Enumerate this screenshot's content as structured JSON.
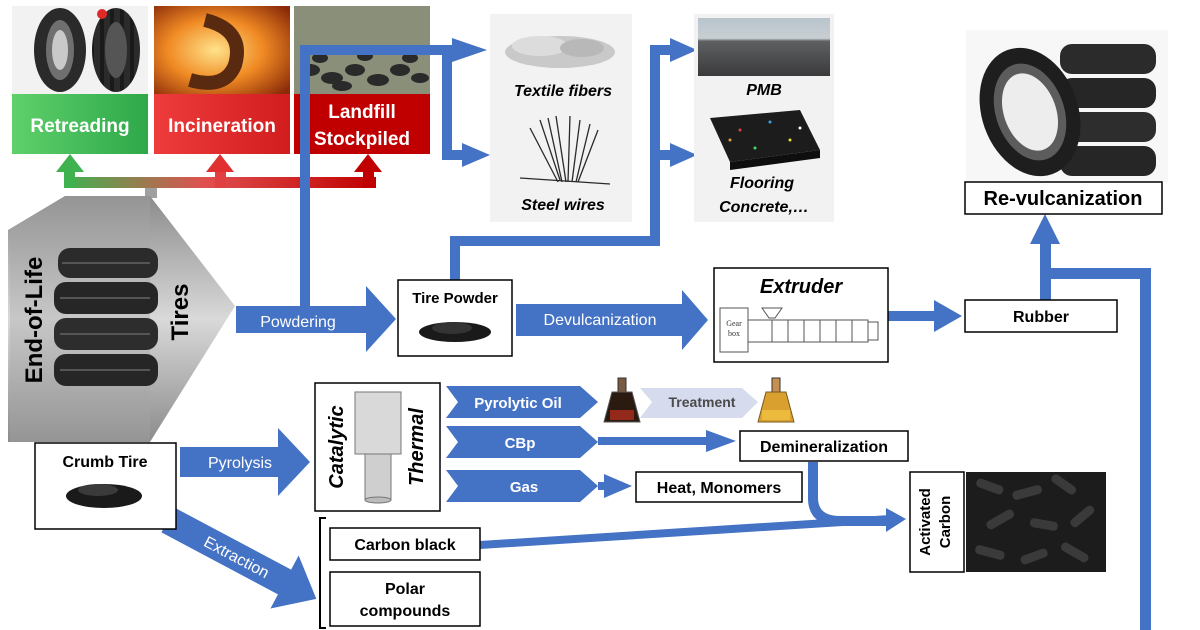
{
  "colors": {
    "arrow_blue": "#4472c4",
    "box_border": "#000000",
    "retreading_green": "#3fc04f",
    "incineration_red": "#e02a2a",
    "landfill_red": "#c00000",
    "hexagon_gray": "#7f7f7f",
    "treatment_chevron": "#d6dcee"
  },
  "top_left": {
    "retreading": "Retreading",
    "incineration": "Incineration",
    "landfill_line1": "Landfill",
    "landfill_line2": "Stockpiled"
  },
  "hexagon": {
    "line1": "End-of-Life",
    "line2": "Tires"
  },
  "arrows": {
    "powdering": "Powdering",
    "devulcanization": "Devulcanization",
    "pyrolysis": "Pyrolysis",
    "extraction": "Extraction",
    "pyrolytic_oil": "Pyrolytic Oil",
    "cbp": "CBp",
    "gas": "Gas",
    "treatment": "Treatment"
  },
  "boxes": {
    "tire_powder": "Tire Powder",
    "extruder": "Extruder",
    "gear_box_line1": "Gear",
    "gear_box_line2": "box",
    "rubber": "Rubber",
    "re_vulcanization": "Re-vulcanization",
    "crumb_tire": "Crumb Tire",
    "catalytic": "Catalytic",
    "thermal": "Thermal",
    "demineralization": "Demineralization",
    "heat_monomers": "Heat, Monomers",
    "activated_line1": "Activated",
    "activated_line2": "Carbon",
    "carbon_black": "Carbon black",
    "polar_line1": "Polar",
    "polar_line2": "compounds"
  },
  "products": {
    "textile_fibers": "Textile fibers",
    "steel_wires": "Steel wires",
    "pmb": "PMB",
    "flooring_line1": "Flooring",
    "flooring_line2": "Concrete,…"
  }
}
